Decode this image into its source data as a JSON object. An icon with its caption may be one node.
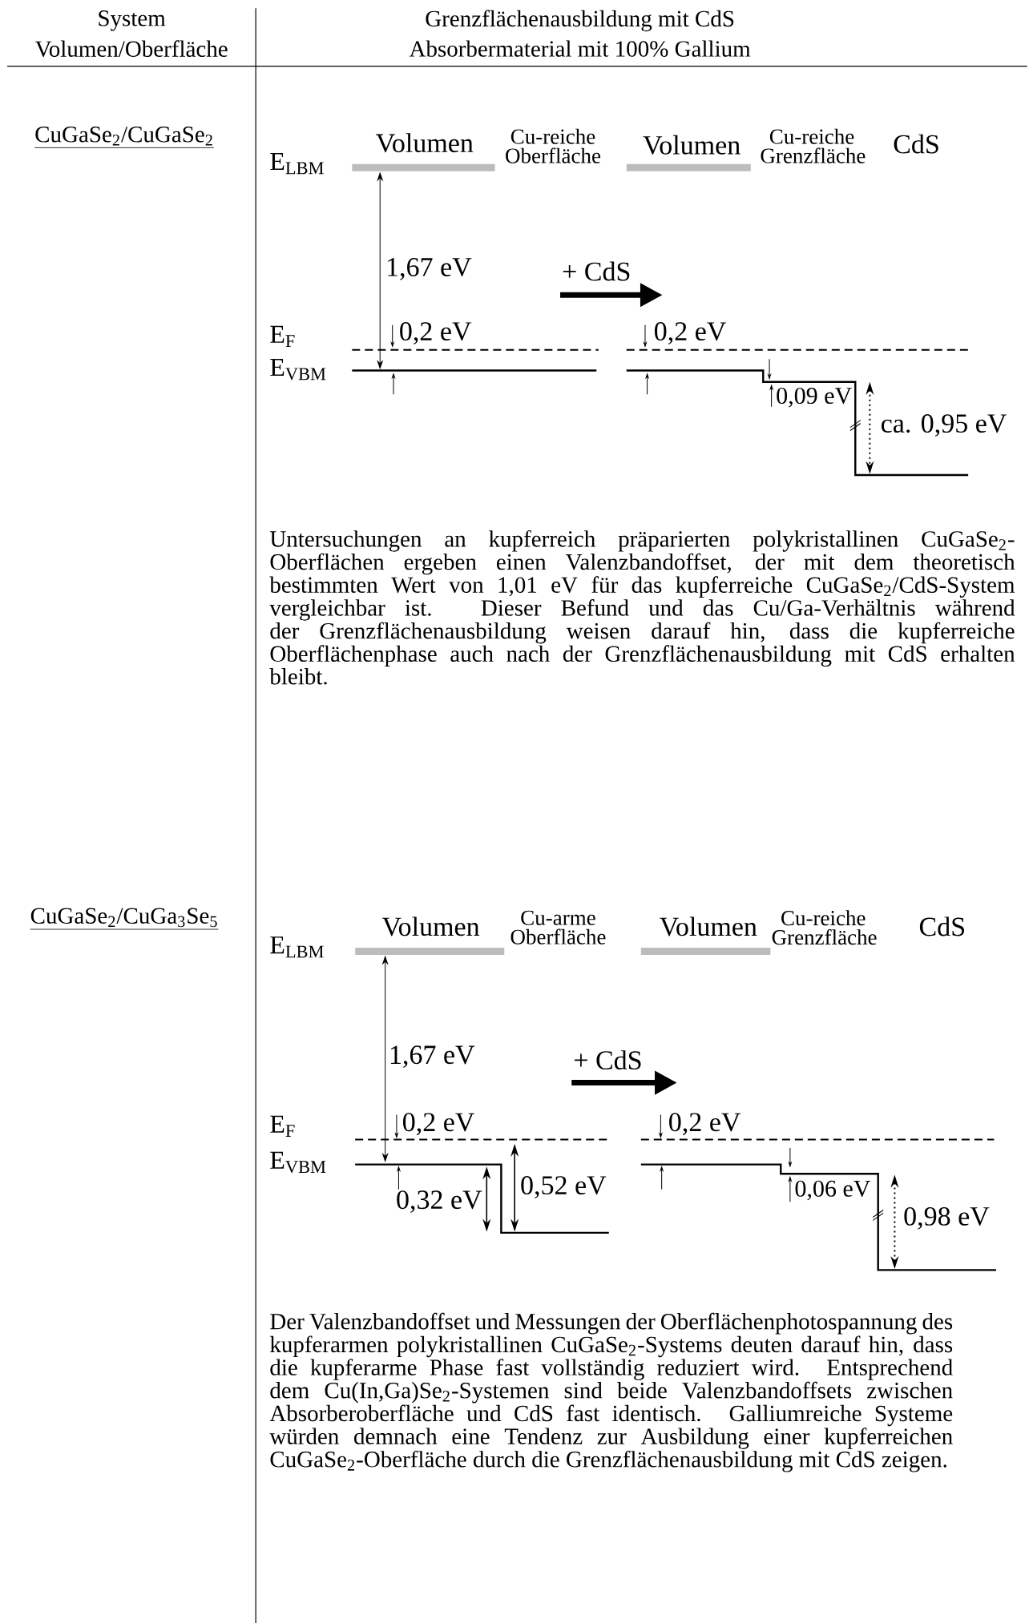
{
  "diagram": {
    "labels": [
      "System",
      "Volumen/Oberfläche",
      "Grenzflächenausbildung mit CdS",
      "Absorbermaterial mit 100% Gallium",
      "CuGaSe$_{2}$/CuGaSe$_{2}$",
      "E$_{LBM}$",
      "Volumen",
      "Cu-reiche Oberfläche",
      "Volumen",
      "Cu-reiche Grenzfläche",
      "CdS",
      "1,67 eV",
      "+ CdS",
      "E$_{F}$",
      "0,2 eV",
      "0,2 eV",
      "E$_{VBM}$",
      "0,09 eV",
      "ca. 0,95 eV",
      "Untersuchungen an kupferreich präparierten polykristallinen CuGaSe$_{2}$-Oberflächen ergeben einen Valenzbandoffset, der mit dem theoretisch bestimmten Wert von 1,01 eV für das kupferreiche CuGaSe$_{2}$/CdS-System vergleichbar ist. Dieser Befund und das Cu/Ga-Verhältnis während der Grenzflächenausbildung weisen darauf hin, dass die kupferreiche Oberflächenphase auch nach der Grenzflächenausbildung mit CdS erhalten bleibt.",
      "CuGaSe$_{2}$/CuGa$_{3}$Se$_{5}$",
      "E$_{LBM}$",
      "Volumen",
      "Cu-arme Oberfläche",
      "Volumen",
      "Cu-reiche Grenzfläche",
      "CdS",
      "1,67 eV",
      "+ CdS",
      "E$_{F}$",
      "0,2 eV",
      "0,2 eV",
      "E$_{VBM}$",
      "0,32 eV",
      "0,52 eV",
      "0,06 eV",
      "0,98 eV",
      "Der Valenzbandoffset und Messungen der Oberflächenphotospannung des kupferarmen polykristallinen CuGaSe$_{2}$-Systems deuten darauf hin, dass die kupferarme Phase fast vollständig reduziert wird. Entsprechend dem Cu(In,Ga)Se$_{2}$-Systemen sind beide Valenzbandoffsets zwischen Absorberoberfläche und CdS fast identisch. Galliumreiche Systeme würden demnach eine Tendenz zur Ausbildung einer kupferreichen CuGaSe$_{2}$-Oberfläche durch die Grenzflächenausbildung mit CdS zeigen."
    ]
  }
}
